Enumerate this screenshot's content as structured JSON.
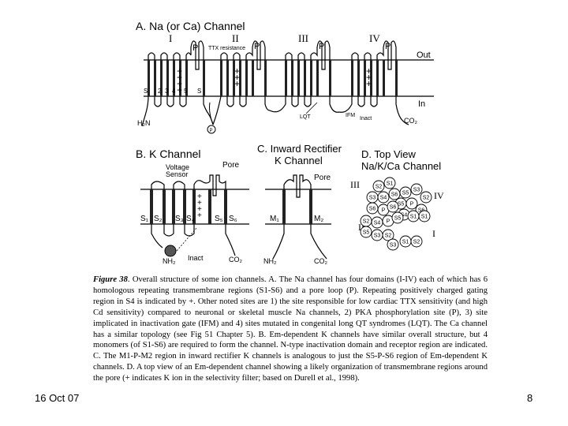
{
  "panel_a": {
    "title": "A. Na (or Ca) Channel",
    "domains": [
      "I",
      "II",
      "III",
      "IV"
    ],
    "pore_label": "P",
    "ttx_label": "TTX resistance",
    "out_label": "Out",
    "in_label": "In",
    "segments": [
      "S",
      "2",
      "3",
      "4",
      "5",
      "S"
    ],
    "n_term": "H₂N",
    "c_term": "CO₂",
    "phospho": "P",
    "lqt_label": "LQT",
    "ifm_label": "IFM",
    "inact_label": "Inact"
  },
  "panel_b": {
    "title": "B. K Channel",
    "voltage_sensor": "Voltage\nSensor",
    "pore": "Pore",
    "segments": [
      "S₁",
      "S₂",
      "S₃",
      "S₄",
      "S₅",
      "S₆"
    ],
    "n_term": "NH₂",
    "inact": "Inact",
    "c_term": "CO₂"
  },
  "panel_c": {
    "title_line1": "C. Inward Rectifier",
    "title_line2": "K Channel",
    "pore": "Pore",
    "segments": [
      "M₁",
      "M₂"
    ],
    "n_term": "NH₂",
    "c_term": "CO₂"
  },
  "panel_d": {
    "title_line1": "D. Top View",
    "title_line2": "Na/K/Ca Channel",
    "domains": [
      "III",
      "IV",
      "II",
      "I"
    ],
    "circles": [
      "S2",
      "S1",
      "S3",
      "S4",
      "S6",
      "S5",
      "S3",
      "S2",
      "S5",
      "P",
      "S6",
      "S4",
      "S1",
      "S1",
      "S6",
      "P",
      "S6",
      "S2",
      "S4",
      "P",
      "S5",
      "S5",
      "S3",
      "S2",
      "S3",
      "S1",
      "S2"
    ]
  },
  "caption": {
    "figure_label": "Figure 38",
    "text": ". Overall structure of some ion channels. A. The Na channel has four domains (I-IV) each of which has 6 homologous repeating transmembrane regions (S1-S6) and a pore loop (P). Repeating positively charged gating region in S4 is indicated by +. Other noted sites are 1) the site responsible for low cardiac TTX sensitivity (and high Cd sensitivity) compared to neuronal or skeletal muscle Na channels, 2) PKA phosphorylation site (P), 3) site implicated in inactivation gate (IFM) and 4) sites mutated in congenital long QT syndromes (LQT). The Ca channel has a similar topology (see Fig 51 Chapter 5). B. Em-dependent K channels have similar overall structure, but 4 monomers (of S1-S6) are required to form the channel. N-type inactivation domain and receptor region are indicated. C. The M1-P-M2 region in inward rectifier K channels is analogous to just the S5-P-S6 region of Em-dependent K channels. D. A top view of an Em-dependent channel showing a likely organization of transmembrane regions around the pore (+ indicates K ion in the selectivity filter; based on Durell et al., 1998)."
  },
  "footer": {
    "date": "16 Oct 07",
    "page": "8"
  }
}
